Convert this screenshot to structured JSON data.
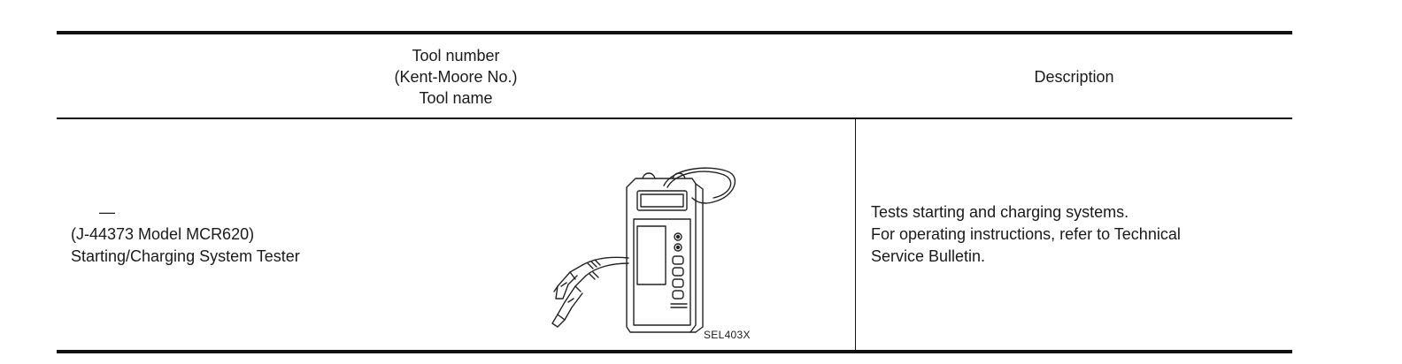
{
  "header": {
    "tool_number_line1": "Tool number",
    "tool_number_line2": "(Kent-Moore No.)",
    "tool_number_line3": "Tool name",
    "description_label": "Description"
  },
  "row": {
    "tool_number": "—",
    "kent_moore_no": "(J-44373 Model MCR620)",
    "tool_name": "Starting/Charging System Tester",
    "figure_code": "SEL403X",
    "description_line1": "Tests starting and charging systems.",
    "description_line2": "For operating instructions, refer to Technical",
    "description_line3": "Service Bulletin."
  }
}
